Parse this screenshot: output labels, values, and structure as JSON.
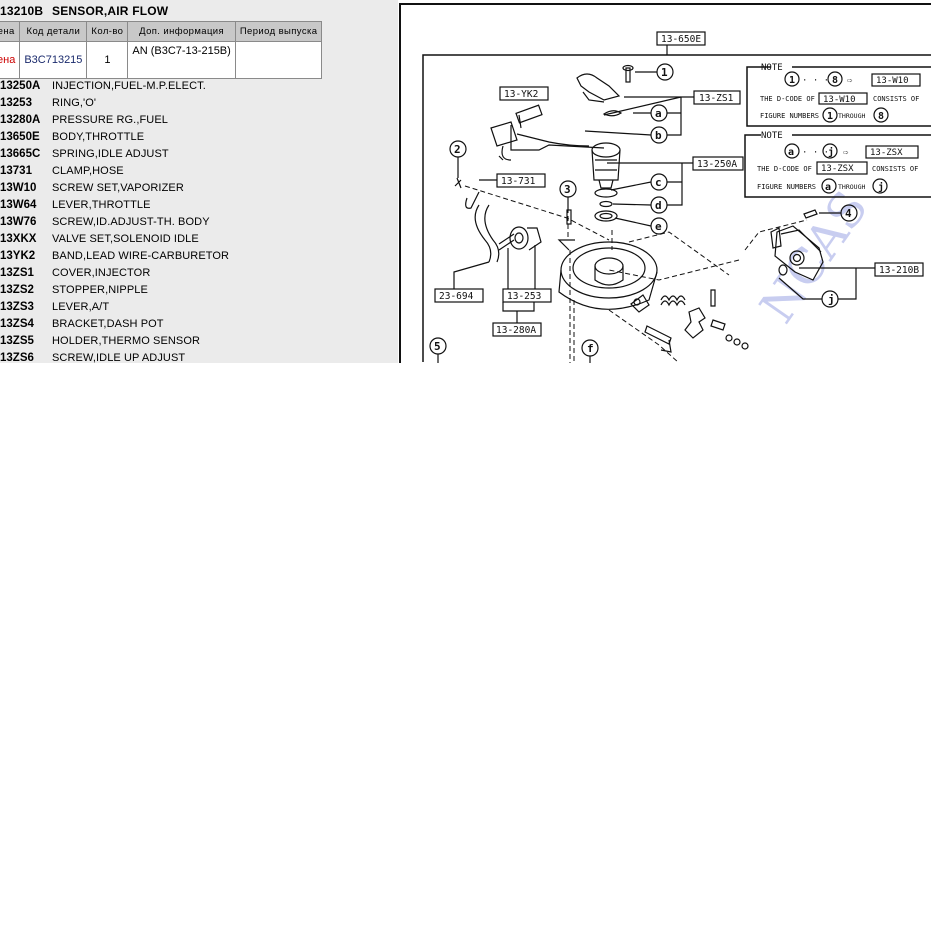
{
  "selected_part": {
    "code": "13210B",
    "name": "SENSOR,AIR FLOW"
  },
  "detail_table": {
    "headers": [
      "ена",
      "Код детали",
      "Кол-во",
      "Доп. информация",
      "Период выпуска"
    ],
    "rows": [
      {
        "price": "ена",
        "part_code": "B3C713215",
        "qty": "1",
        "info": "AN (B3C7-13-215B)",
        "period": ""
      }
    ]
  },
  "parts_list": [
    {
      "code": "13250A",
      "name": "INJECTION,FUEL-M.P.ELECT."
    },
    {
      "code": "13253",
      "name": "RING,'O'"
    },
    {
      "code": "13280A",
      "name": "PRESSURE RG.,FUEL"
    },
    {
      "code": "13650E",
      "name": "BODY,THROTTLE"
    },
    {
      "code": "13665C",
      "name": "SPRING,IDLE ADJUST"
    },
    {
      "code": "13731",
      "name": "CLAMP,HOSE"
    },
    {
      "code": "13W10",
      "name": "SCREW SET,VAPORIZER"
    },
    {
      "code": "13W64",
      "name": "LEVER,THROTTLE"
    },
    {
      "code": "13W76",
      "name": "SCREW,ID.ADJUST-TH. BODY"
    },
    {
      "code": "13XKX",
      "name": "VALVE SET,SOLENOID IDLE"
    },
    {
      "code": "13YK2",
      "name": "BAND,LEAD WIRE-CARBURETOR"
    },
    {
      "code": "13ZS1",
      "name": "COVER,INJECTOR"
    },
    {
      "code": "13ZS2",
      "name": "STOPPER,NIPPLE"
    },
    {
      "code": "13ZS3",
      "name": "LEVER,A/T"
    },
    {
      "code": "13ZS4",
      "name": "BRACKET,DASH POT"
    },
    {
      "code": "13ZS5",
      "name": "HOLDER,THERMO SENSOR"
    },
    {
      "code": "13ZS6",
      "name": "SCREW,IDLE UP ADJUST"
    }
  ],
  "diagram": {
    "labels": {
      "top": "13-650E",
      "yk2": "13-YK2",
      "zs1": "13-ZS1",
      "l250a": "13-250A",
      "l731": "13-731",
      "l694": "23-694",
      "l253": "13-253",
      "l280a": "13-280A",
      "l210b": "13-210B"
    },
    "callouts": {
      "n1": "1",
      "n2": "2",
      "n3": "3",
      "n4": "4",
      "n5": "5",
      "a": "a",
      "b": "b",
      "c": "c",
      "d": "d",
      "e": "e",
      "f": "f",
      "j": "j"
    },
    "note1": {
      "title": "NOTE",
      "range_start": "1",
      "range_end": "8",
      "arrow": "⇨",
      "code": "13-W10",
      "line2_prefix": "THE D-CODE OF",
      "line2_code": "13-W10",
      "line2_suffix": "CONSISTS OF",
      "line3_prefix": "FIGURE NUMBERS",
      "line3_from": "1",
      "line3_through": "THROUGH",
      "line3_to": "8"
    },
    "note2": {
      "title": "NOTE",
      "range_start": "a",
      "range_end": "j",
      "arrow": "⇨",
      "code": "13-ZSX",
      "line2_prefix": "THE D-CODE OF",
      "line2_code": "13-ZSX",
      "line2_suffix": "CONSISTS OF",
      "line3_prefix": "FIGURE NUMBERS",
      "line3_from": "a",
      "line3_through": "THROUGH",
      "line3_to": "j"
    }
  }
}
